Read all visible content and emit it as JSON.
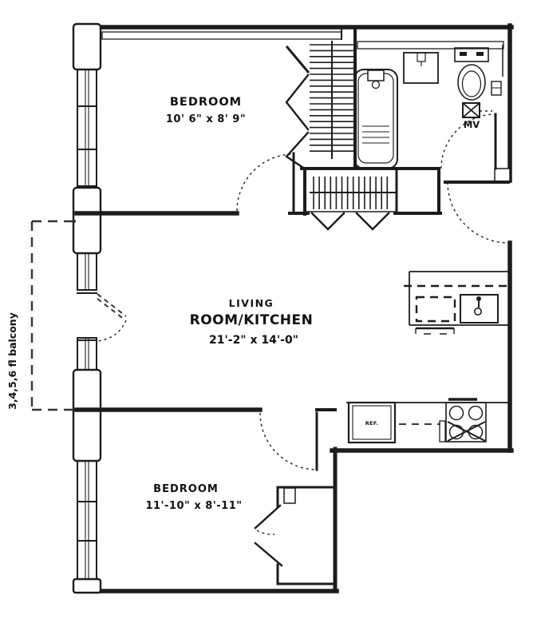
{
  "colors": {
    "line": "#1c1c1c",
    "background": "#ffffff"
  },
  "rooms": {
    "bedroom_top": {
      "name": "BEDROOM",
      "dimensions": "10' 6\" x 8' 9\""
    },
    "living_kitchen": {
      "name_line_1": "LIVING",
      "name_line_2": "ROOM/KITCHEN",
      "dimensions": "21'-2\" x 14'-0\""
    },
    "bedroom_bottom": {
      "name": "BEDROOM",
      "dimensions": "11'-10\" x 8'-11\""
    }
  },
  "annotations": {
    "balcony_label": "3,4,5,6 fl balcony",
    "mechanical_vent_label": "MV",
    "refrigerator_label": "REF."
  },
  "fixture_names": [
    "bathtub",
    "bathroom-sink",
    "toilet",
    "mechanical-vent",
    "bedroom-closet-hangers",
    "hall-closet-hangers",
    "bifold-doors",
    "kitchen-sink",
    "dishwasher",
    "refrigerator",
    "stove",
    "balcony",
    "windows",
    "door-swings"
  ]
}
